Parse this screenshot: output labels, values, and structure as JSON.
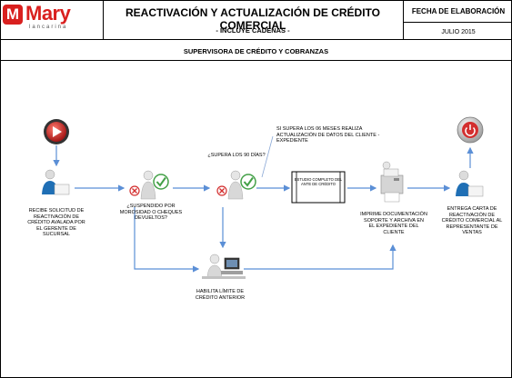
{
  "header": {
    "logo_letter": "M",
    "logo_name": "Mary",
    "logo_tagline": "lancarina",
    "title": "REACTIVACIÓN Y ACTUALIZACIÓN DE CRÉDITO COMERCIAL",
    "subtitle": "- INCLUYE CADENAS -",
    "date_heading": "FECHA DE ELABORACIÓN",
    "date_value": "JULIO 2015"
  },
  "area_title": "SUPERVISORA DE CRÉDITO Y COBRANZAS",
  "steps": {
    "receive": "RECIBE SOLICITUD DE REACTIVACIÓN DE CRÉDITO AVALADA POR EL GERENTE DE SUCURSAL",
    "suspended_question": "¿SUSPENDIDO POR MOROSIDAD O CHEQUES DEVUELTOS?",
    "over90_question": "¿SUPERA LOS 90 DÍAS?",
    "over90_note": "SI SUPERA LOS 06 MESES REALIZA ACTUALIZACIÓN DE DATOS DEL CLIENTE - EXPEDIENTE",
    "study_box": "ESTUDIO COMPLETO DEL ANTE DE CRÉDITO",
    "print_docs": "IMPRIME DOCUMENTACIÓN SOPORTE Y ARCHIVA EN EL EXPEDIENTE DEL CLIENTE",
    "deliver_letter": "ENTREGA CARTA DE REACTIVACIÓN DE CRÉDITO COMERCIAL AL REPRESENTANTE DE VENTAS",
    "enable_limit": "HABILITA LÍMITE DE CRÉDITO ANTERIOR"
  },
  "colors": {
    "brand_red": "#d9201f",
    "arrow_blue": "#5b8fd6",
    "start_red": "#c62828",
    "yes_green": "#43a047",
    "no_red": "#d32f2f",
    "person_blue": "#1f6fb5"
  },
  "icons": [
    "play-icon",
    "power-icon",
    "person-icon",
    "check-icon",
    "cross-icon",
    "printer-icon",
    "computer-icon"
  ]
}
